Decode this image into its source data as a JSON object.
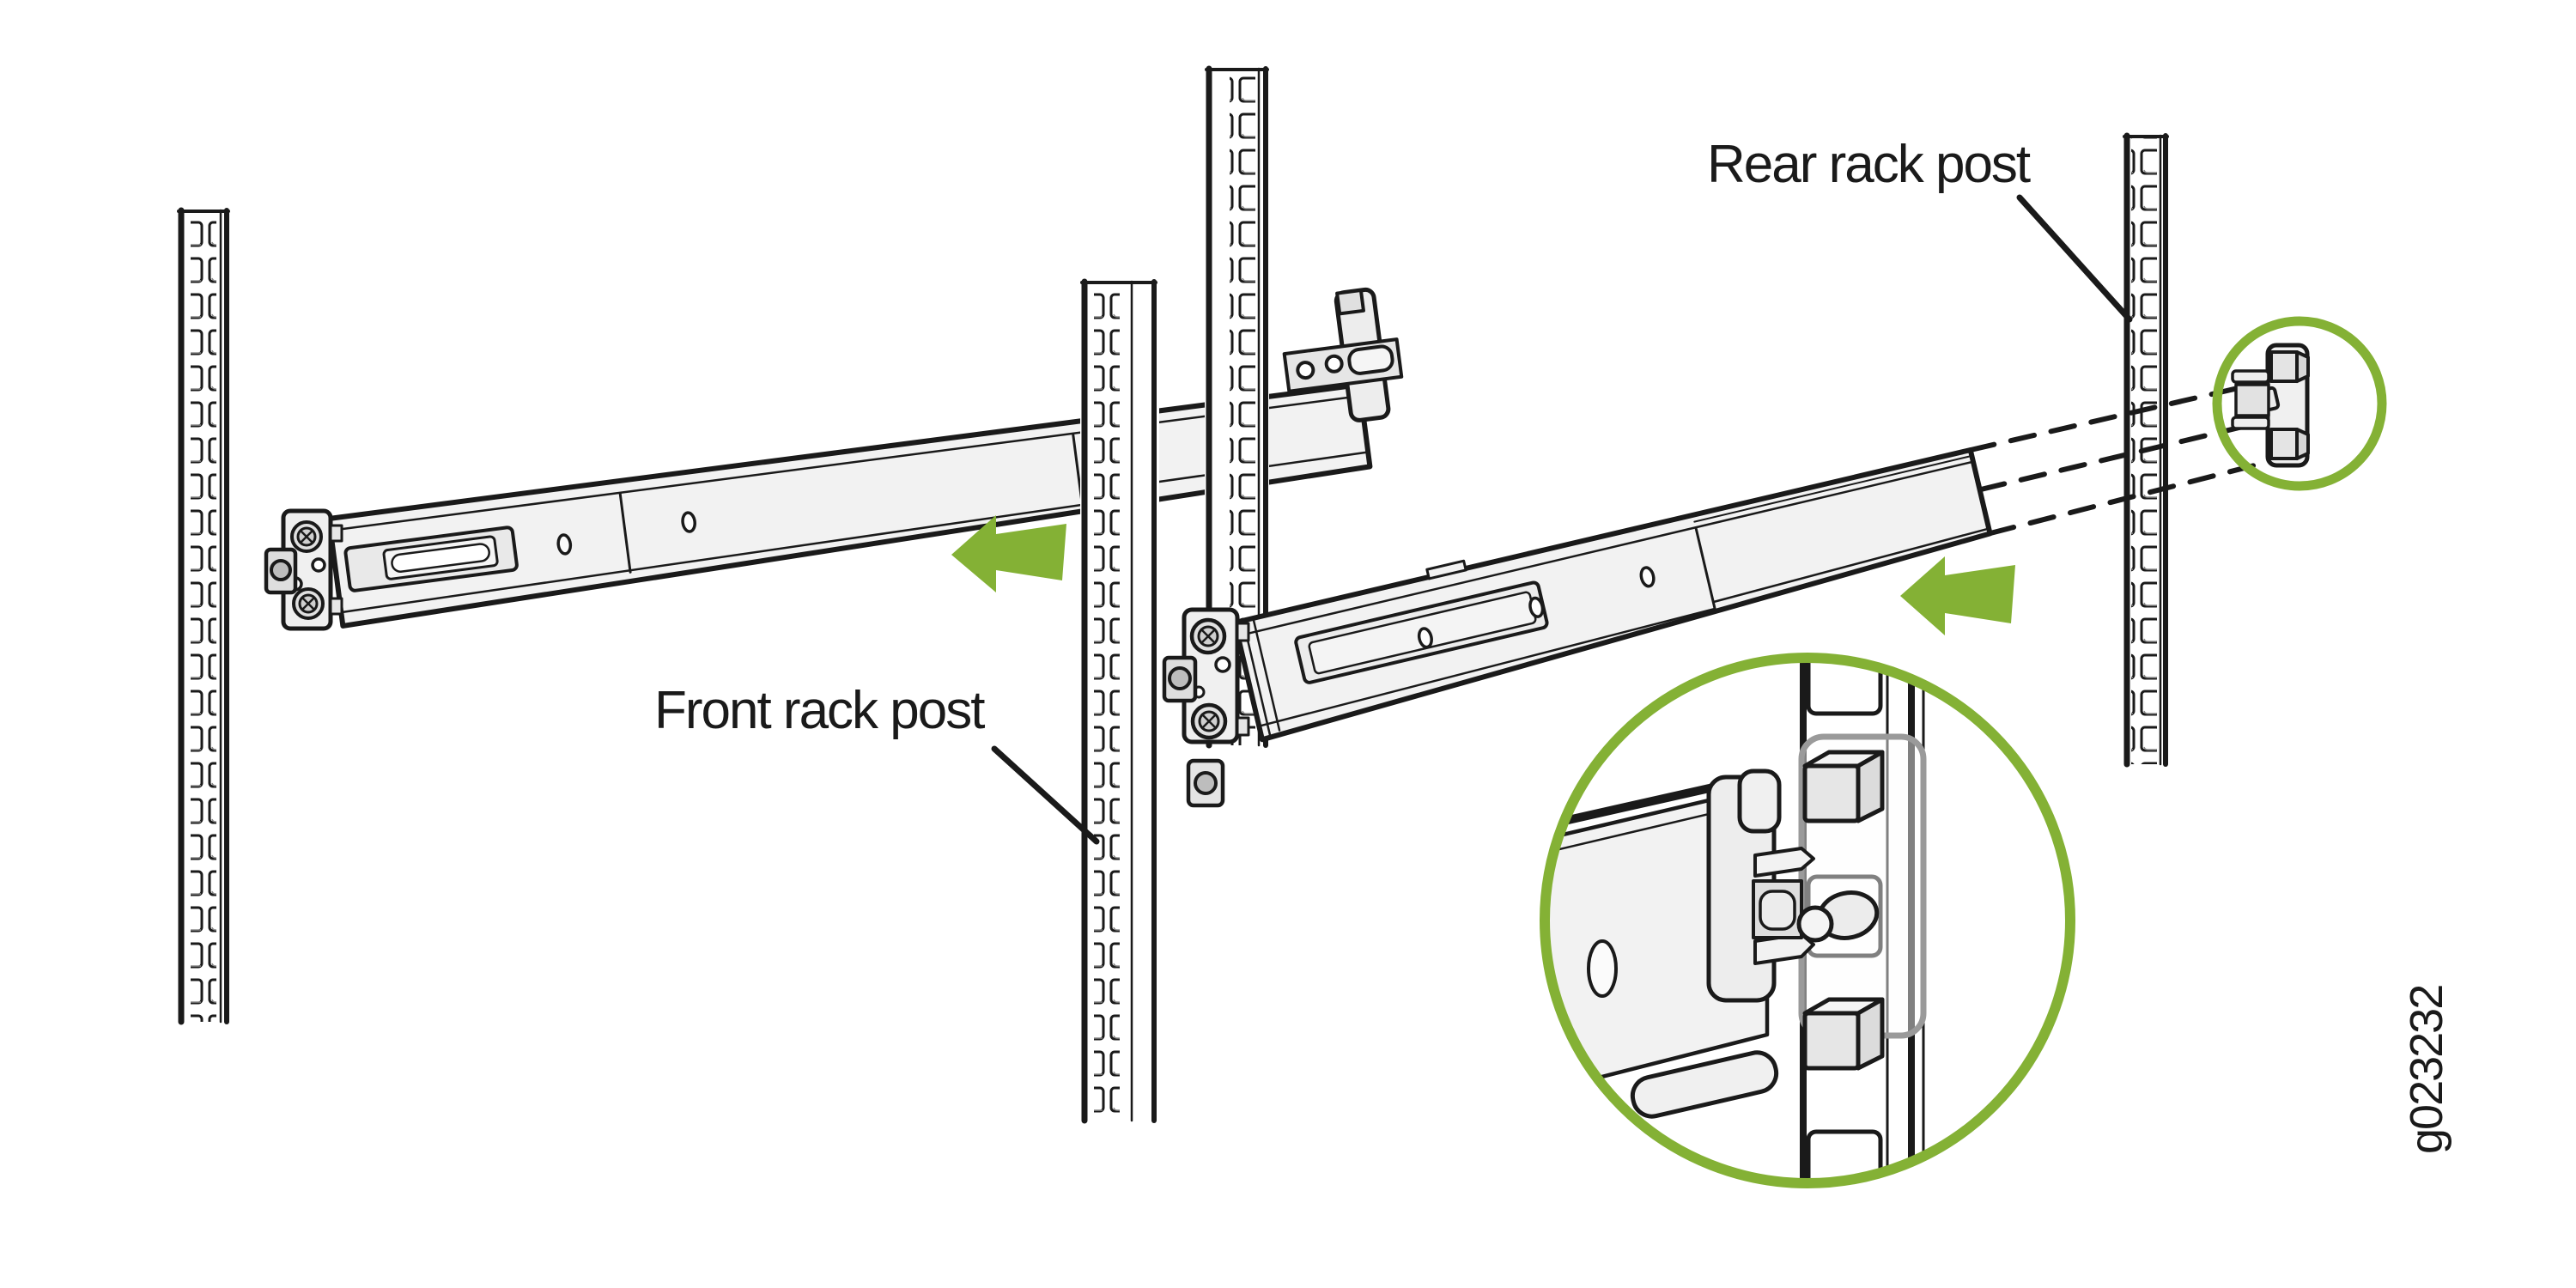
{
  "figure": {
    "type": "rack-rail-installation-illustration",
    "labels": {
      "front_rack_post": "Front rack post",
      "rear_rack_post": "Rear rack post"
    },
    "figure_id": "g023232",
    "colors": {
      "highlight_green": "#84b135",
      "ink": "#1a1a1a",
      "rail_fill": "#f2f2f2",
      "background": "#ffffff"
    },
    "annotations": {
      "arrow_left_name": "slide-direction-arrow-left",
      "arrow_right_name": "slide-direction-arrow-right",
      "arrows_direction": "left",
      "small_callout": "rear-bracket-location-circle",
      "large_callout": "rear-bracket-magnified-view"
    }
  }
}
